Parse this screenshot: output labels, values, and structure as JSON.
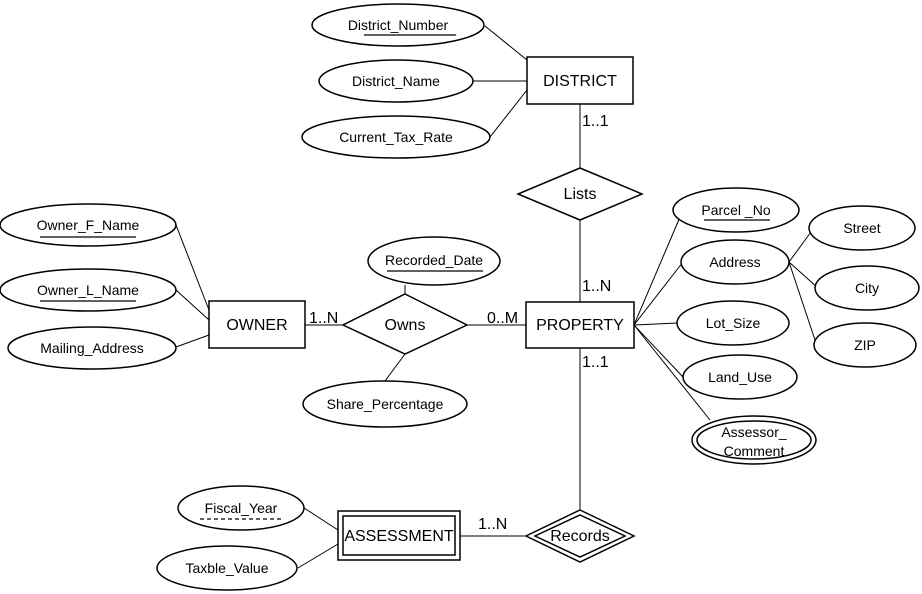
{
  "entities": {
    "district": "DISTRICT",
    "owner": "OWNER",
    "property": "PROPERTY",
    "assessment": "ASSESSMENT"
  },
  "relationships": {
    "lists": "Lists",
    "owns": "Owns",
    "records": "Records"
  },
  "attributes": {
    "district_number": "District_Number",
    "district_name": "District_Name",
    "current_tax_rate": "Current_Tax_Rate",
    "owner_f_name": "Owner_F_Name",
    "owner_l_name": "Owner_L_Name",
    "mailing_address": "Mailing_Address",
    "recorded_date": "Recorded_Date",
    "share_percentage": "Share_Percentage",
    "parcel_no": "Parcel _No",
    "address": "Address",
    "street": "Street",
    "city": "City",
    "zip": "ZIP",
    "lot_size": "Lot_Size",
    "land_use": "Land_Use",
    "assessor_comment_line1": "Assessor_",
    "assessor_comment_line2": "Comment",
    "fiscal_year": "Fiscal_Year",
    "taxble_value": "Taxble_Value"
  },
  "cardinalities": {
    "district_lists": "1..1",
    "property_lists": "1..N",
    "owner_owns": "1..N",
    "property_owns": "0..M",
    "property_records": "1..1",
    "assessment_records": "1..N"
  }
}
